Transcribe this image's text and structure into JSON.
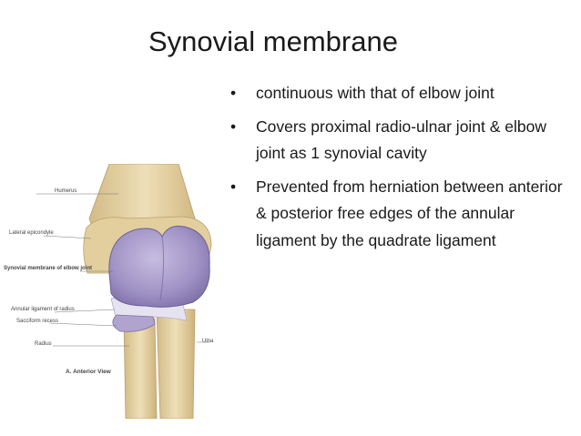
{
  "slide": {
    "title": "Synovial membrane",
    "bullets": [
      {
        "marker": "•",
        "text": "continuous with that of elbow joint"
      },
      {
        "marker": "•",
        "text": "Covers proximal radio-ulnar joint & elbow joint as 1 synovial cavity"
      },
      {
        "marker": "•",
        "text": " Prevented from herniation between anterior & posterior free edges of the annular ligament by the quadrate ligament"
      }
    ]
  },
  "figure": {
    "labels": {
      "humerus": "Humerus",
      "lateral_epicondyle": "Lateral epicondyle",
      "synovial_membrane": "Synovial membrane of elbow joint",
      "annular_ligament": "Annular ligament of radius",
      "sacciform_recess": "Sacciform recess",
      "radius": "Radius",
      "ulna": "Ulna",
      "view": "A. Anterior View"
    },
    "colors": {
      "bone": "#e6d3a6",
      "bone_shadow": "#c8ae78",
      "membrane": "#a99cc9",
      "membrane_dark": "#7d70a8",
      "ligament": "#dcd8ea"
    }
  }
}
